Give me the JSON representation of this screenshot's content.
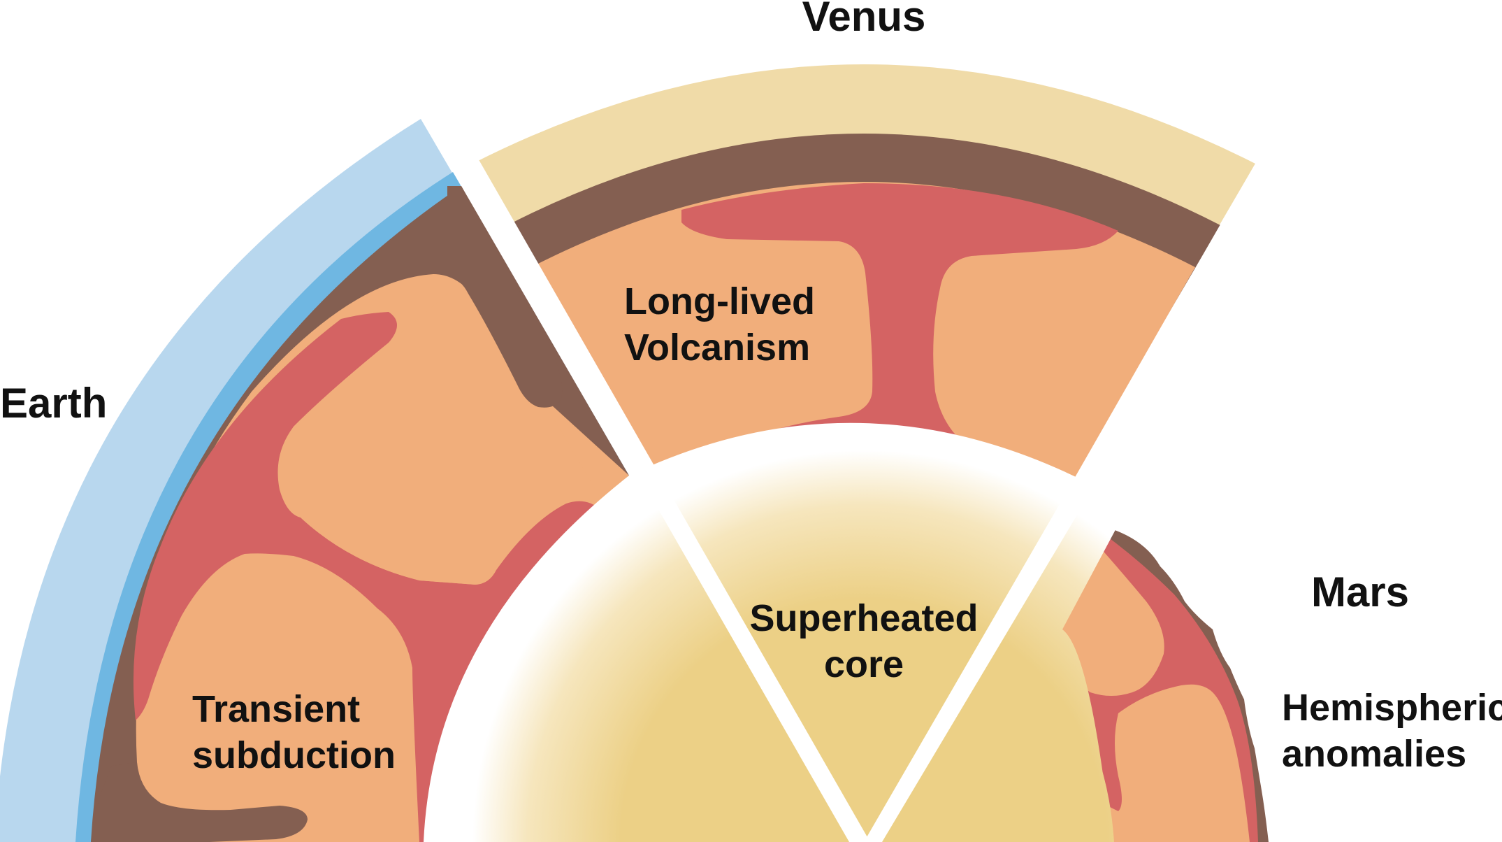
{
  "labels": {
    "earth": "Earth",
    "venus": "Venus",
    "mars": "Mars",
    "earth_feature": [
      "Transient",
      "subduction"
    ],
    "venus_feature": [
      "Long-lived",
      "Volcanism"
    ],
    "mars_feature": [
      "Hemispheric",
      "anomalies"
    ],
    "core": [
      "Superheated",
      "core"
    ]
  },
  "colors": {
    "atmosphere_earth": "#b8d7ee",
    "ocean_earth": "#6fb7e2",
    "crust": "#845f51",
    "atmosphere_venus": "#f0dba8",
    "mantle": "#f1ae7b",
    "plume": "#d46363",
    "core": "#ecd086",
    "background": "#ffffff"
  }
}
